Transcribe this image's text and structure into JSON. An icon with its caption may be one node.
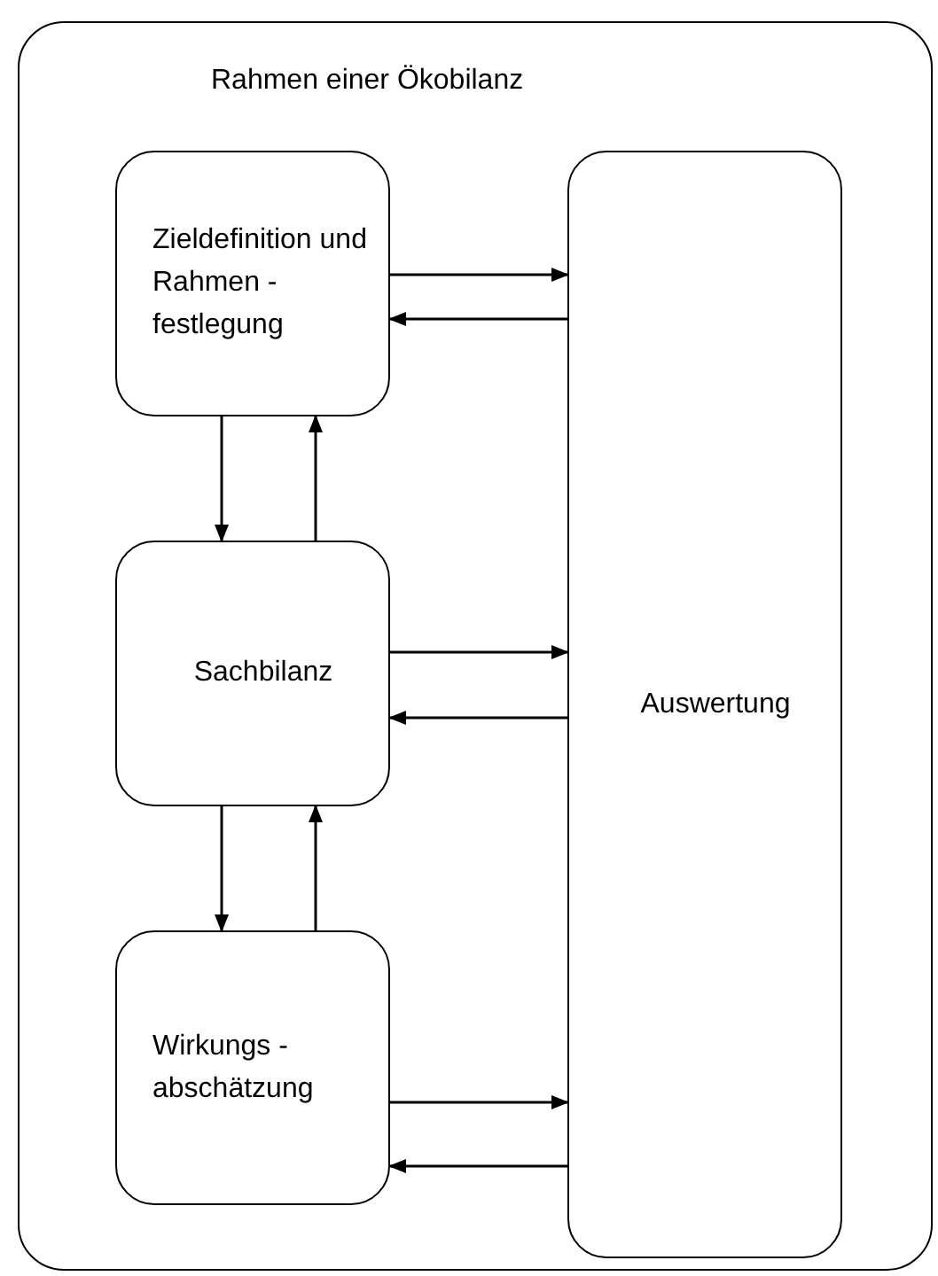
{
  "diagram": {
    "nodes": [
      {
        "text": [
          "Rahmen einer Ökobilanz"
        ]
      },
      {
        "text": [
          "Zieldefinition und Rahmen - festlegung"
        ],
        "in": 0
      },
      {
        "text": [
          "Sachbilanz"
        ],
        "in": 0
      },
      {
        "text": [
          "Wirkungs - abschätzung"
        ],
        "in": 0
      },
      {
        "text": [
          "Auswertung"
        ],
        "in": 0
      }
    ],
    "edges": [
      {
        "from": 1,
        "to": 4,
        "arrow": "to"
      },
      {
        "from": 4,
        "to": 1,
        "arrow": "to"
      },
      {
        "from": 1,
        "to": 2,
        "arrow": "to"
      },
      {
        "from": 2,
        "to": 1,
        "arrow": "to"
      },
      {
        "from": 2,
        "to": 4,
        "arrow": "to"
      },
      {
        "from": 4,
        "to": 2,
        "arrow": "to"
      },
      {
        "from": 2,
        "to": 3,
        "arrow": "to"
      },
      {
        "from": 3,
        "to": 2,
        "arrow": "to"
      },
      {
        "from": 3,
        "to": 4,
        "arrow": "to"
      },
      {
        "from": 4,
        "to": 3,
        "arrow": "to"
      }
    ]
  }
}
